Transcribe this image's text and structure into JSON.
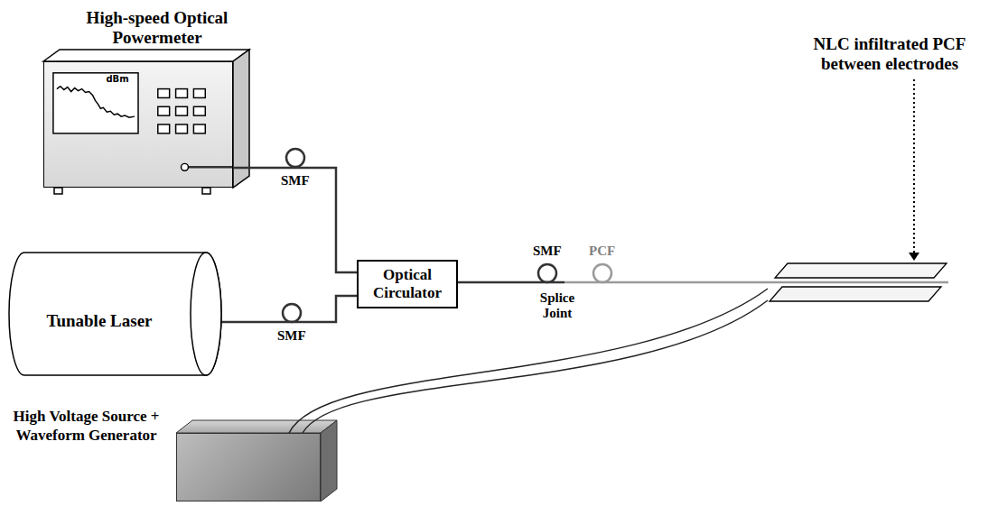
{
  "diagram": {
    "nodes": [
      {
        "text": [
          "High-speed Optical Powermeter",
          "dBm"
        ]
      },
      {
        "text": [
          "Tunable Laser"
        ]
      },
      {
        "text": [
          "Optical Circulator"
        ]
      },
      {
        "text": [
          "High Voltage Source + Waveform Generator"
        ]
      },
      {
        "text": [
          "NLC infiltrated PCF between electrodes"
        ]
      }
    ],
    "edges": [
      {
        "from": 2,
        "to": 0,
        "arrow": "none",
        "label": "SMF"
      },
      {
        "from": 1,
        "to": 2,
        "arrow": "none",
        "label": "SMF"
      },
      {
        "from": 2,
        "to": 4,
        "arrow": "none",
        "label": "SMF"
      },
      {
        "from": 3,
        "to": 4,
        "arrow": "none"
      }
    ],
    "labels": [
      "Splice Joint",
      "PCF"
    ]
  }
}
